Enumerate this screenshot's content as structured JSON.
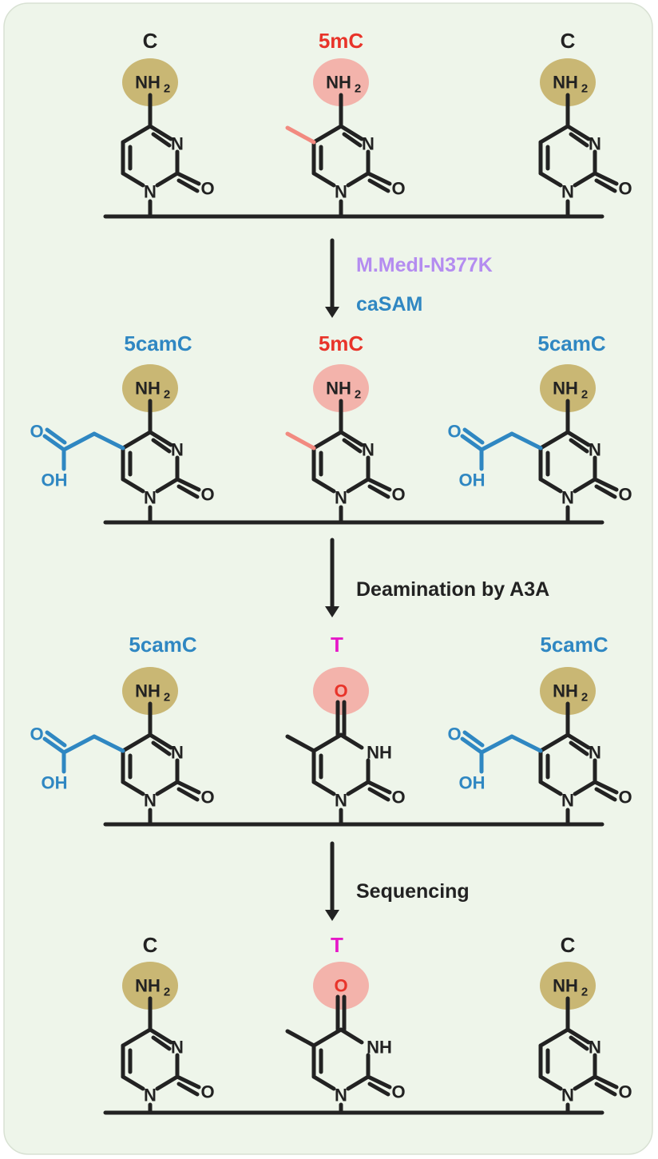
{
  "colors": {
    "background": "#eef5ea",
    "border": "#d8e1d3",
    "black": "#222222",
    "red": "#e8342a",
    "blue": "#2f87c2",
    "purple": "#b48cf0",
    "magenta": "#e619c8",
    "gold": "#c9b774",
    "pink": "#f3b3ab",
    "salmon": "#f28a80"
  },
  "steps": {
    "step1": {
      "enzyme": "M.MedI-N377K",
      "cofactor": "caSAM"
    },
    "step2": {
      "label": "Deamination by A3A"
    },
    "step3": {
      "label": "Sequencing"
    }
  },
  "rows": [
    {
      "left": "C",
      "middle": "5mC",
      "right": "C"
    },
    {
      "left": "5camC",
      "middle": "5mC",
      "right": "5camC"
    },
    {
      "left": "5camC",
      "middle": "T",
      "right": "5camC"
    },
    {
      "left": "C",
      "middle": "T",
      "right": "C"
    }
  ],
  "atoms": {
    "amine": "NH",
    "amine_sub": "2",
    "nitrogen": "N",
    "oxygen": "O",
    "imide": "NH",
    "hydroxyl": "OH"
  }
}
